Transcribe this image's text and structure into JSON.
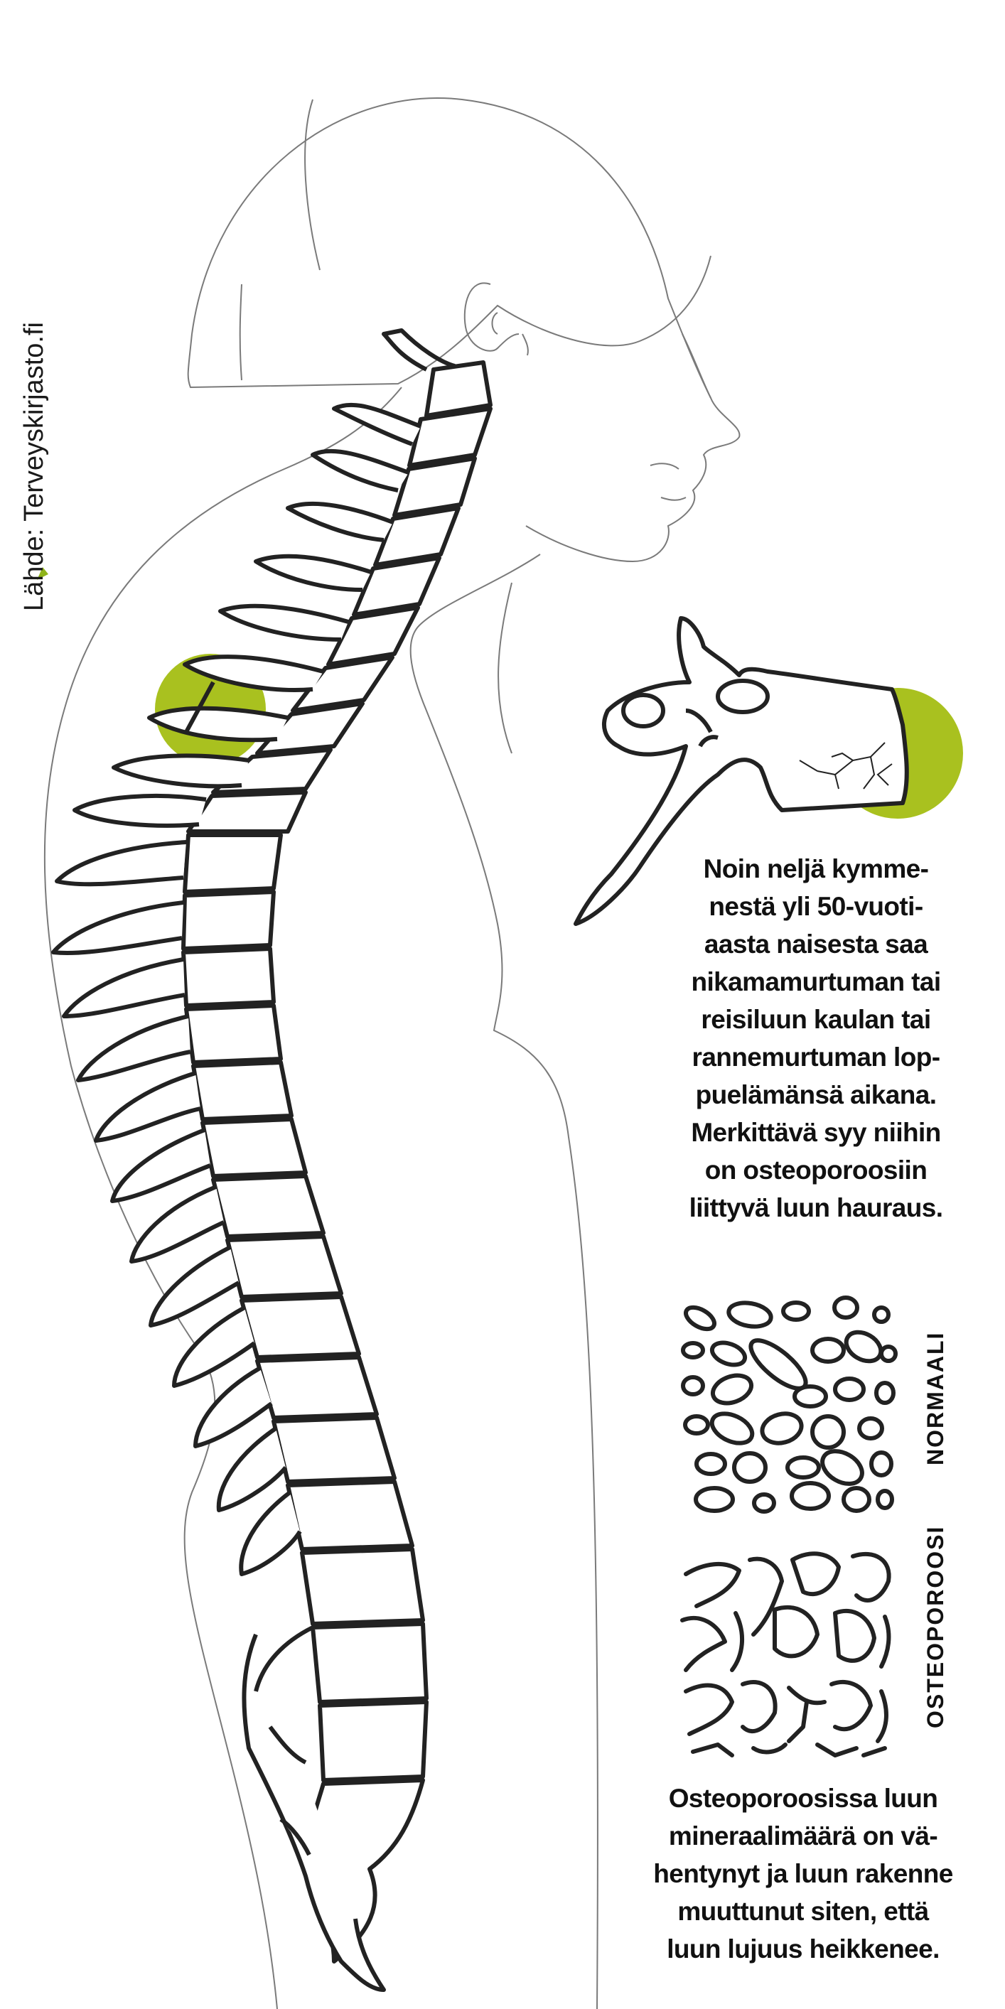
{
  "source": {
    "text": "Lähde: Terveyskirjasto.fi",
    "icon": "triangle-arrow-icon"
  },
  "colors": {
    "highlight": "#a9c11f",
    "line": "#222222",
    "outline": "#7a7a7a"
  },
  "caption_fracture": {
    "lines": [
      "Noin neljä kymme-",
      "nestä yli 50-vuoti-",
      "aasta naisesta saa",
      "nikamamurtuman tai",
      "reisiluun kaulan tai",
      "rannemurtuman lop-",
      "puelämänsä aikana.",
      "Merkittävä syy niihin",
      "on osteoporoosiin",
      "liittyvä luun hauraus."
    ]
  },
  "bone_labels": {
    "normal": "NORMAALI",
    "osteoporosis": "OSTEOPOROOSI"
  },
  "caption_osteo": {
    "lines": [
      "Osteoporoosissa luun",
      "mineraalimäärä on vä-",
      "hentynyt ja luun rakenne",
      "muuttunut siten, että",
      "luun lujuus heikkenee."
    ]
  }
}
